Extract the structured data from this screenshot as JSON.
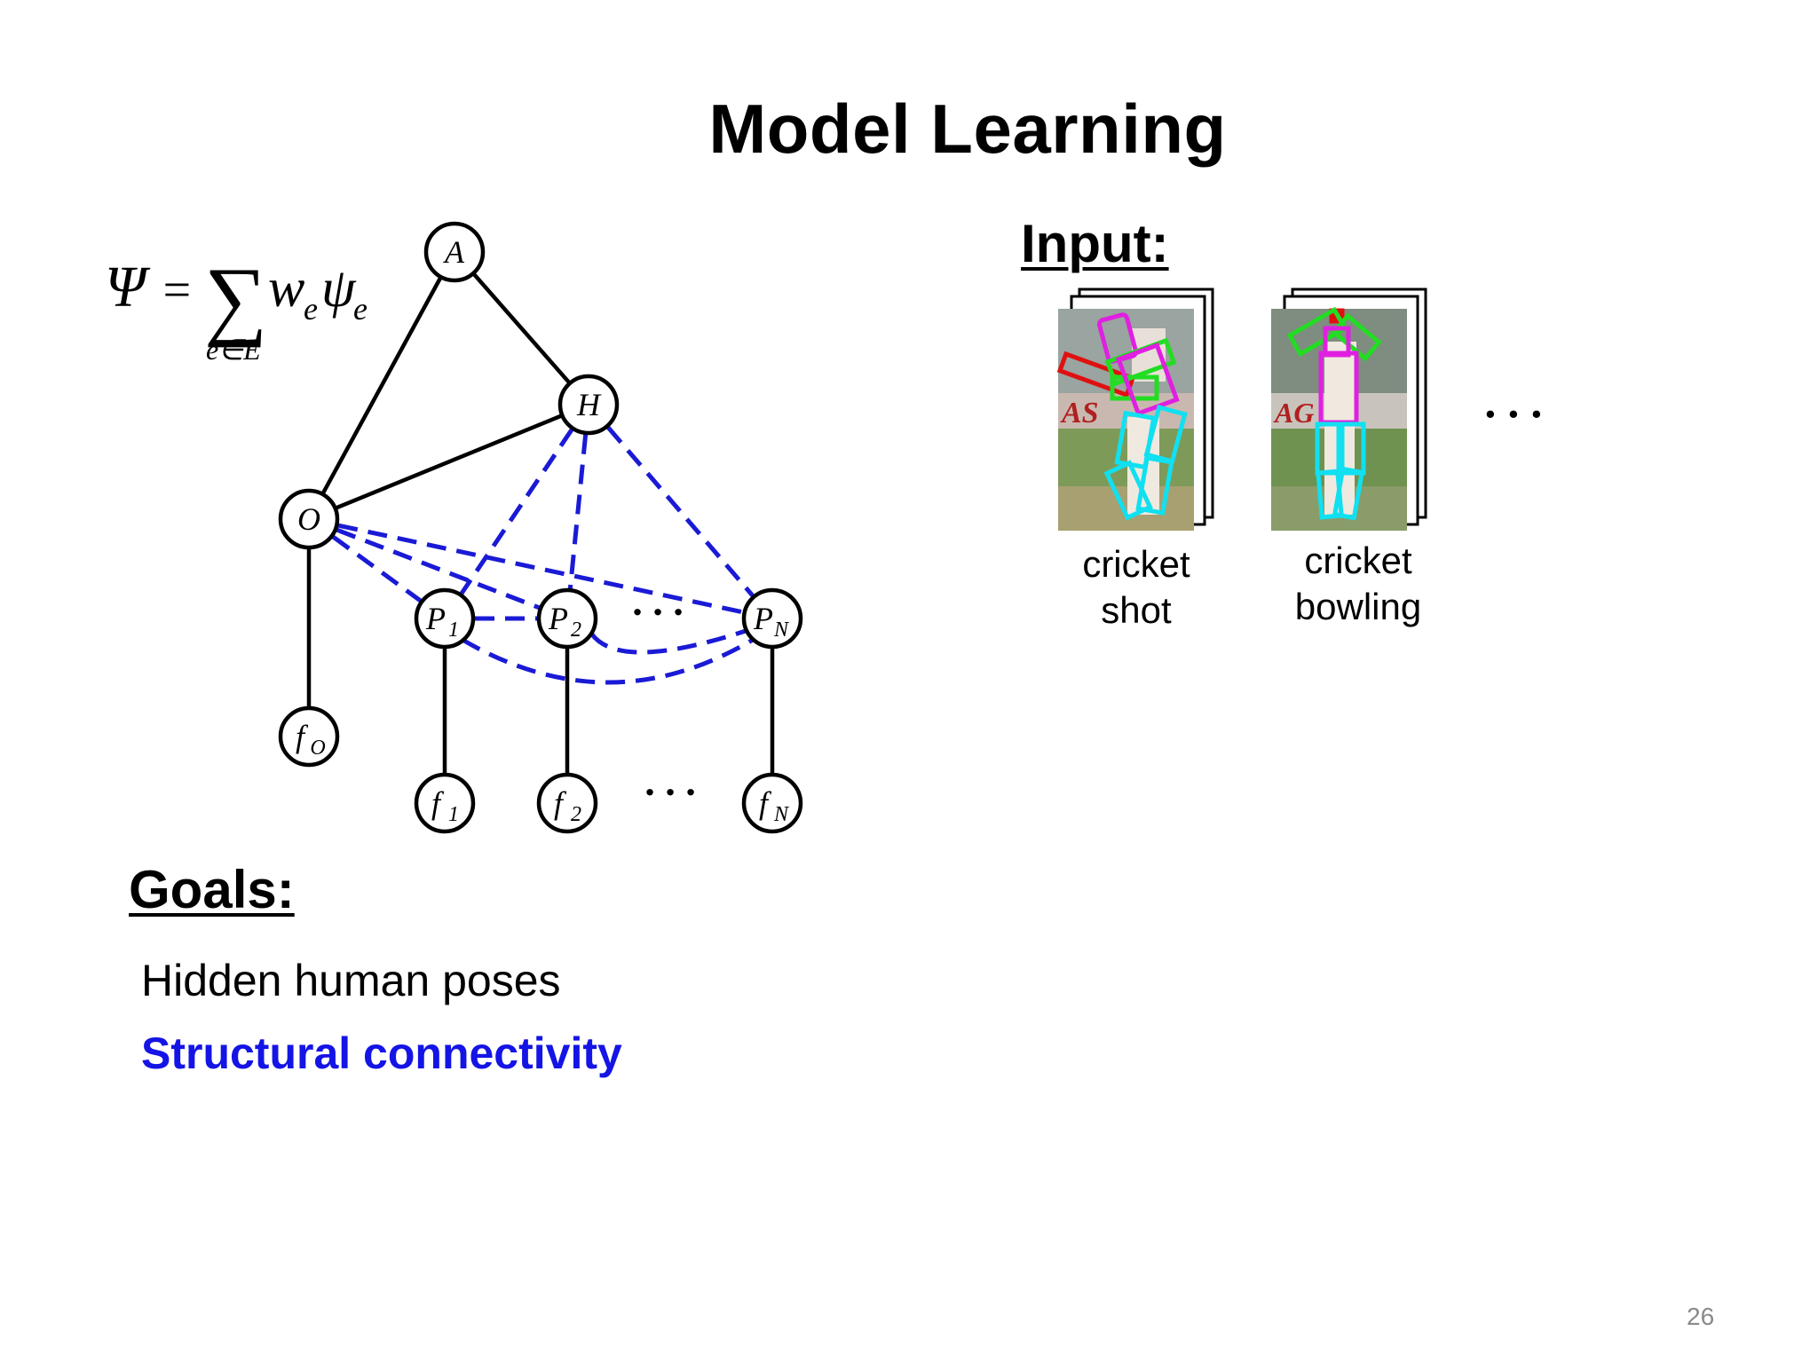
{
  "slide": {
    "title": "Model Learning",
    "page_number": "26"
  },
  "formula": {
    "lhs": "Ψ",
    "equals": "=",
    "sum_symbol": "∑",
    "term_w": "w",
    "term_w_sub": "e",
    "term_psi": "ψ",
    "term_psi_sub": "e",
    "sum_subscript": "e∈E"
  },
  "graph": {
    "nodes": [
      {
        "id": "A",
        "label": "A",
        "sub": ""
      },
      {
        "id": "H",
        "label": "H",
        "sub": ""
      },
      {
        "id": "O",
        "label": "O",
        "sub": ""
      },
      {
        "id": "P1",
        "label": "P",
        "sub": "1"
      },
      {
        "id": "P2",
        "label": "P",
        "sub": "2"
      },
      {
        "id": "PN",
        "label": "P",
        "sub": "N"
      },
      {
        "id": "fO",
        "label": "f",
        "sub": "O"
      },
      {
        "id": "f1",
        "label": "f",
        "sub": "1"
      },
      {
        "id": "f2",
        "label": "f",
        "sub": "2"
      },
      {
        "id": "fN",
        "label": "f",
        "sub": "N"
      }
    ],
    "solid_edges": [
      [
        "A",
        "O"
      ],
      [
        "A",
        "H"
      ],
      [
        "O",
        "H"
      ],
      [
        "O",
        "fO"
      ],
      [
        "P1",
        "f1"
      ],
      [
        "P2",
        "f2"
      ],
      [
        "PN",
        "fN"
      ]
    ],
    "dashed_edges": [
      [
        "H",
        "P1"
      ],
      [
        "H",
        "P2"
      ],
      [
        "H",
        "PN"
      ],
      [
        "O",
        "P1"
      ],
      [
        "O",
        "P2"
      ],
      [
        "O",
        "PN"
      ],
      [
        "P1",
        "P2"
      ],
      [
        "P2",
        "PN"
      ],
      [
        "P1",
        "PN"
      ]
    ],
    "ellipsis": "· · ·",
    "solid_color": "#000000",
    "dashed_color": "#1a1ad6"
  },
  "input": {
    "heading": "Input:",
    "examples": [
      {
        "caption_line1": "cricket",
        "caption_line2": "shot"
      },
      {
        "caption_line1": "cricket",
        "caption_line2": "bowling"
      }
    ],
    "ellipsis": "· · ·",
    "part_colors": {
      "head": "#e020e0",
      "arms": "#22dd22",
      "bat": "#e01010",
      "torso": "#e020e0",
      "legs": "#10e0f0"
    }
  },
  "goals": {
    "heading": "Goals:",
    "items": [
      {
        "text": "Hidden human poses",
        "color": "#000000"
      },
      {
        "text": "Structural connectivity",
        "color": "#1414e6"
      }
    ]
  }
}
